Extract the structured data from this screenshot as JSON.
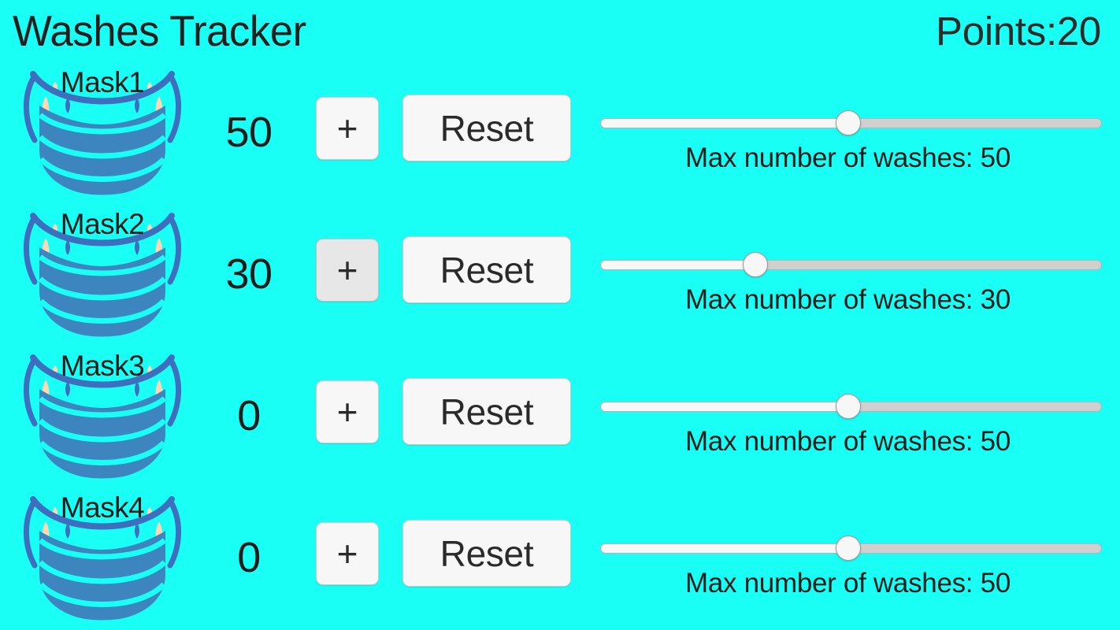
{
  "header": {
    "title": "Washes Tracker",
    "points_label": "Points:20",
    "points_value": 20
  },
  "colors": {
    "background": "#19fff5",
    "text": "#1d1d1d",
    "button_face": "#f7f7f7",
    "button_face_active": "#e7e7e7",
    "button_border": "#c9c9c9",
    "slider_track_unfilled": "#d0d0d0",
    "slider_track_filled": "#f7f7f7",
    "slider_thumb": "#f7f7f7",
    "mask_body": "#3d85be",
    "mask_outline": "#3d6fbe",
    "mask_pleat_line": "#19fff5",
    "mask_ear": "#ffd9b3"
  },
  "common": {
    "plus_label": "+",
    "reset_label": "Reset",
    "caption_prefix": "Max number of washes:",
    "mask_icon_name": "face-mask-icon"
  },
  "rows": [
    {
      "name": "Mask1",
      "count": "50",
      "plus_label": "+",
      "reset_label": "Reset",
      "plus_active": false,
      "slider": {
        "value": 50,
        "min": 0,
        "max": 100,
        "percent": 49.5,
        "caption": "Max number of washes: 50"
      }
    },
    {
      "name": "Mask2",
      "count": "30",
      "plus_label": "+",
      "reset_label": "Reset",
      "plus_active": true,
      "slider": {
        "value": 30,
        "min": 0,
        "max": 100,
        "percent": 31.0,
        "caption": "Max number of washes: 30"
      }
    },
    {
      "name": "Mask3",
      "count": "0",
      "plus_label": "+",
      "reset_label": "Reset",
      "plus_active": false,
      "slider": {
        "value": 50,
        "min": 0,
        "max": 100,
        "percent": 49.5,
        "caption": "Max number of washes: 50"
      }
    },
    {
      "name": "Mask4",
      "count": "0",
      "plus_label": "+",
      "reset_label": "Reset",
      "plus_active": false,
      "slider": {
        "value": 50,
        "min": 0,
        "max": 100,
        "percent": 49.5,
        "caption": "Max number of washes: 50"
      }
    }
  ]
}
